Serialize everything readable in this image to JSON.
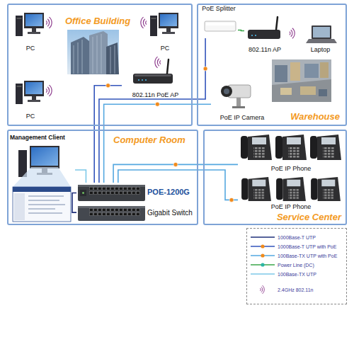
{
  "diagram": {
    "nodes": [
      {
        "text": [
          "Office Building"
        ]
      },
      {
        "text": [
          "PC"
        ],
        "in": 0
      },
      {
        "text": [
          "PC"
        ],
        "in": 0
      },
      {
        "text": [
          "PC"
        ],
        "in": 0
      },
      {
        "text": [
          "802.11n PoE AP"
        ],
        "in": 0
      },
      {
        "text": [
          "Warehouse"
        ]
      },
      {
        "text": [
          "PoE Splitter"
        ],
        "in": 5
      },
      {
        "text": [
          "802.11n AP"
        ],
        "in": 5
      },
      {
        "text": [
          "Laptop"
        ],
        "in": 5
      },
      {
        "text": [
          "PoE IP Camera"
        ],
        "in": 5
      },
      {
        "text": [
          "Computer Room"
        ]
      },
      {
        "text": [
          "Management Client"
        ],
        "in": 10
      },
      {
        "text": [
          "POE-1200G"
        ],
        "in": 10
      },
      {
        "text": [
          "Gigabit Switch"
        ],
        "in": 10
      },
      {
        "text": [
          "Service Center"
        ]
      },
      {
        "text": [
          "PoE IP Phone"
        ],
        "in": 14
      },
      {
        "text": [
          "PoE IP Phone"
        ],
        "in": 14
      }
    ],
    "edges": [
      {
        "from": 12,
        "to": 4,
        "arrow": "none"
      },
      {
        "from": 12,
        "to": 6,
        "arrow": "none"
      },
      {
        "from": 6,
        "to": 7,
        "arrow": "none"
      },
      {
        "from": 12,
        "to": 9,
        "arrow": "none"
      },
      {
        "from": 12,
        "to": 15,
        "arrow": "none"
      },
      {
        "from": 12,
        "to": 16,
        "arrow": "none"
      },
      {
        "from": 11,
        "to": 12,
        "arrow": "none"
      },
      {
        "from": 13,
        "to": 12,
        "arrow": "none"
      }
    ],
    "legend": [
      {
        "text": "1000Base-T UTP"
      },
      {
        "text": "1000Base-T UTP with PoE"
      },
      {
        "text": "100Base-TX UTP with PoE"
      },
      {
        "text": "Power Line (DC)"
      },
      {
        "text": "100Base-TX UTP"
      },
      {
        "text": "2.4GHz 802.11n"
      }
    ]
  }
}
